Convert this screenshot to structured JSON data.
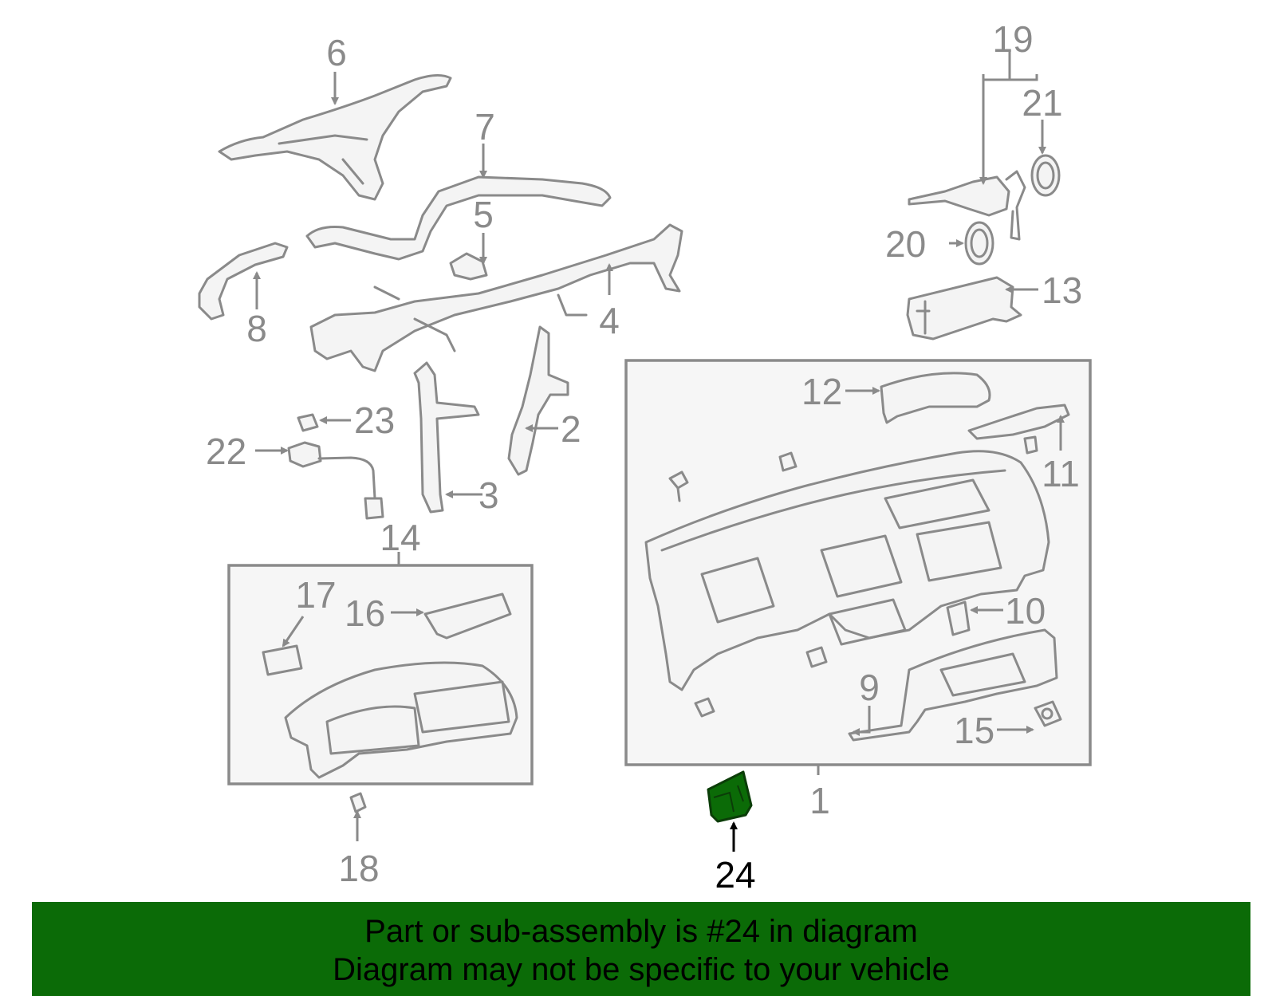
{
  "callouts": {
    "c1": "1",
    "c2": "2",
    "c3": "3",
    "c4": "4",
    "c5": "5",
    "c6": "6",
    "c7": "7",
    "c8": "8",
    "c9": "9",
    "c10": "10",
    "c11": "11",
    "c12": "12",
    "c13": "13",
    "c14": "14",
    "c15": "15",
    "c16": "16",
    "c17": "17",
    "c18": "18",
    "c19": "19",
    "c20": "20",
    "c21": "21",
    "c22": "22",
    "c23": "23",
    "c24": "24"
  },
  "banner": {
    "line1": "Part or sub-assembly is #24 in diagram",
    "line2": "Diagram may not be specific to your vehicle"
  },
  "colors": {
    "line": "#8a8a8a",
    "highlight_part": "#0b6b07",
    "banner_background": "#0b6b07",
    "highlight_text": "#000000"
  }
}
